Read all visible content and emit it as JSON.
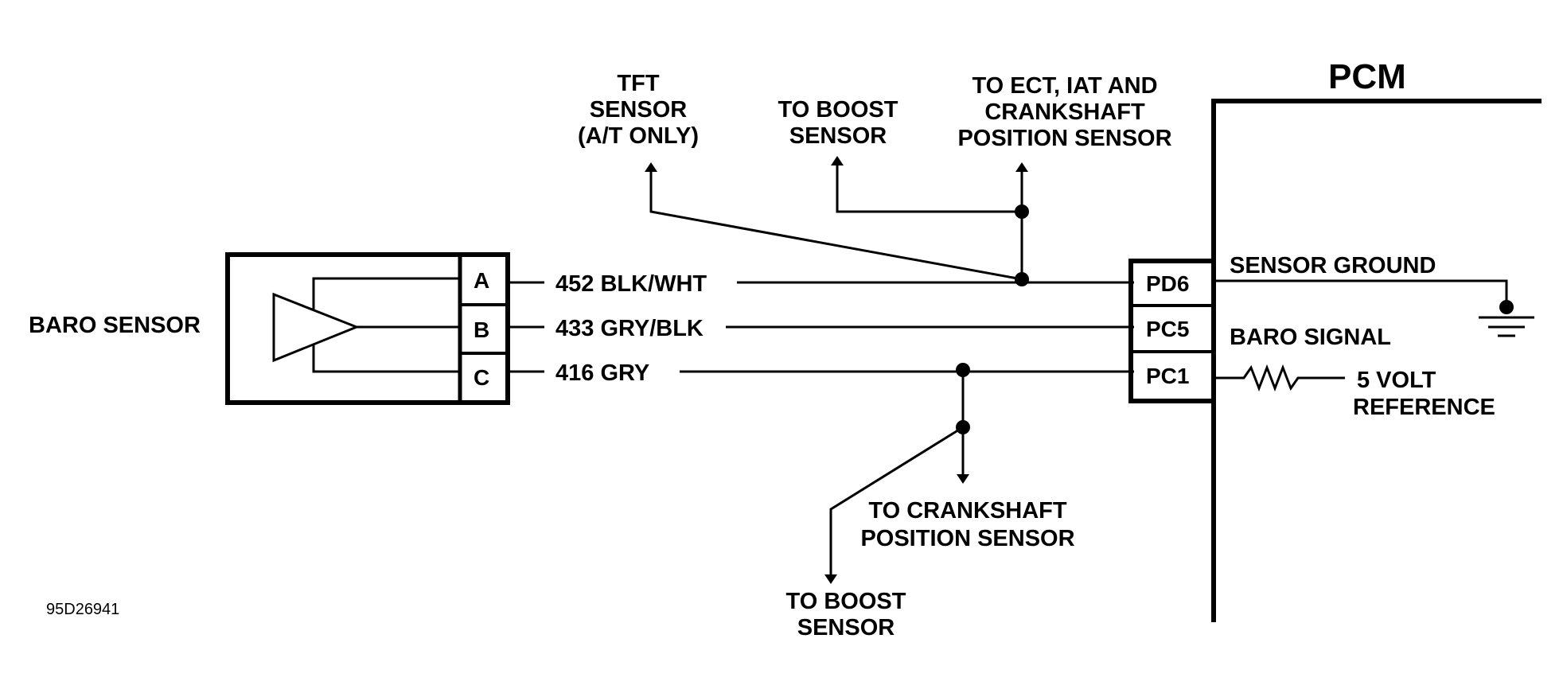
{
  "title": "PCM",
  "sensor": {
    "name": "BARO SENSOR",
    "pins": [
      "A",
      "B",
      "C"
    ]
  },
  "wires": [
    {
      "label": "452 BLK/WHT"
    },
    {
      "label": "433 GRY/BLK"
    },
    {
      "label": "416 GRY"
    }
  ],
  "pcm_pins": [
    "PD6",
    "PC5",
    "PC1"
  ],
  "pcm_labels": {
    "sensor_ground": "SENSOR GROUND",
    "baro_signal": "BARO SIGNAL",
    "reference_line1": "5 VOLT",
    "reference_line2": "REFERENCE"
  },
  "top_labels": {
    "tft": [
      "TFT",
      "SENSOR",
      "(A/T ONLY)"
    ],
    "boost_top": [
      "TO BOOST",
      "SENSOR"
    ],
    "ect": [
      "TO ECT, IAT AND",
      "CRANKSHAFT",
      "POSITION SENSOR"
    ]
  },
  "bottom_labels": {
    "crankshaft": [
      "TO CRANKSHAFT",
      "POSITION SENSOR"
    ],
    "boost_bottom": [
      "TO BOOST",
      "SENSOR"
    ]
  },
  "figure_id": "95D26941"
}
